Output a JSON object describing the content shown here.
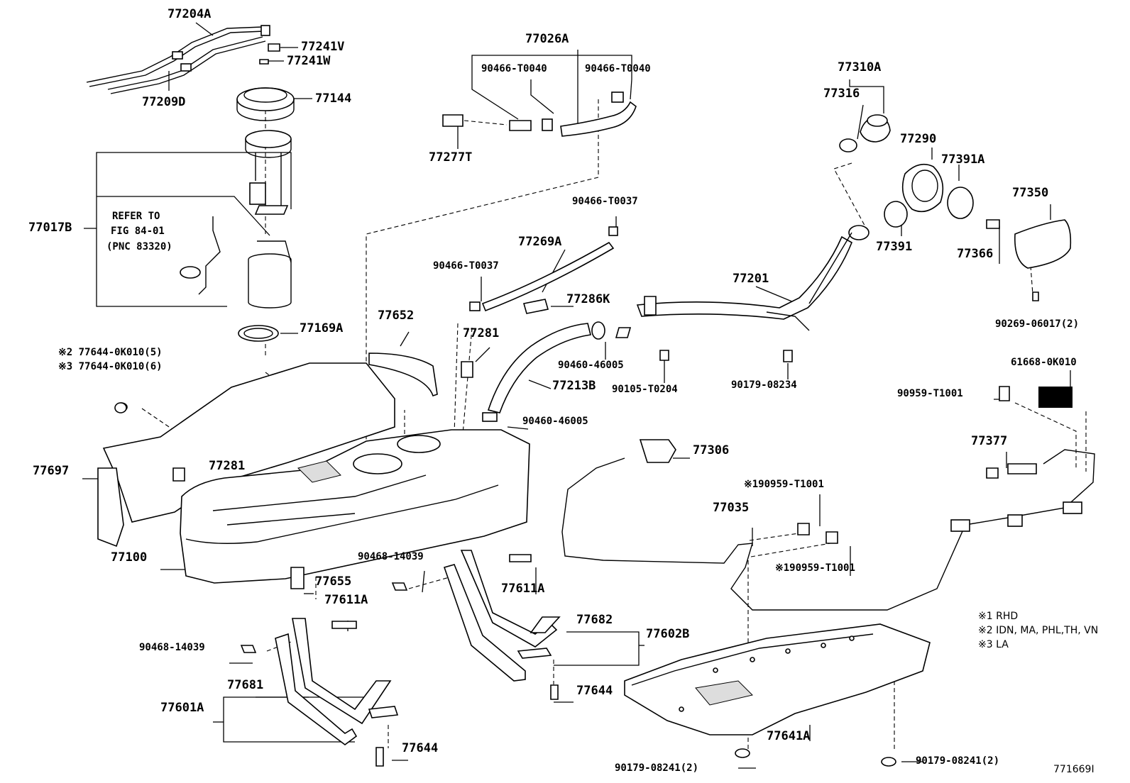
{
  "labels": {
    "p77204A": "77204A",
    "p77241V": "77241V",
    "p77241W": "77241W",
    "p77209D": "77209D",
    "p77144": "77144",
    "p77026A": "77026A",
    "p90466_T0040_a": "90466-T0040",
    "p90466_T0040_b": "90466-T0040",
    "p77277T": "77277T",
    "p77310A": "77310A",
    "p77316": "77316",
    "p77290": "77290",
    "p77391A": "77391A",
    "p77350": "77350",
    "p77391": "77391",
    "p77366": "77366",
    "p90269": "90269-06017(2)",
    "p77017B": "77017B",
    "refer_line1": "REFER TO",
    "refer_line2": "FIG 84-01",
    "refer_line3": "(PNC 83320)",
    "p90466_T0037_a": "90466-T0037",
    "p77269A": "77269A",
    "p90466_T0037_b": "90466-T0037",
    "p77286K": "77286K",
    "p77201": "77201",
    "p77169A": "77169A",
    "p77652": "77652",
    "p77281_a": "77281",
    "p77213B": "77213B",
    "p90460_46005_a": "90460-46005",
    "p90105": "90105-T0204",
    "p90179_08234": "90179-08234",
    "p61668": "61668-0K010",
    "p77644_2": "※2 77644-0K010(5)",
    "p77644_3": "※3 77644-0K010(6)",
    "p90959_T1001": "90959-T1001",
    "p90460_46005_b": "90460-46005",
    "p77306": "77306",
    "p77377": "77377",
    "p77697": "77697",
    "p77281_b": "77281",
    "p190959_a": "※190959-T1001",
    "p77035": "77035",
    "p190959_b": "※190959-T1001",
    "p77100": "77100",
    "p90468_a": "90468-14039",
    "p77655": "77655",
    "p77611A_a": "77611A",
    "p77611A_b": "77611A",
    "p77682": "77682",
    "p77602B": "77602B",
    "p90468_b": "90468-14039",
    "p77681": "77681",
    "p77601A": "77601A",
    "p77644_a": "77644",
    "p77644_b": "77644",
    "p90179_08241_a": "90179-08241(2)",
    "p90179_08241_b": "90179-08241(2)",
    "p77641A": "77641A",
    "note1": "※1 RHD",
    "note2": "※2 IDN, MA, PHL,TH, VN",
    "note3": "※3 LA",
    "figure_id": "771669I"
  }
}
